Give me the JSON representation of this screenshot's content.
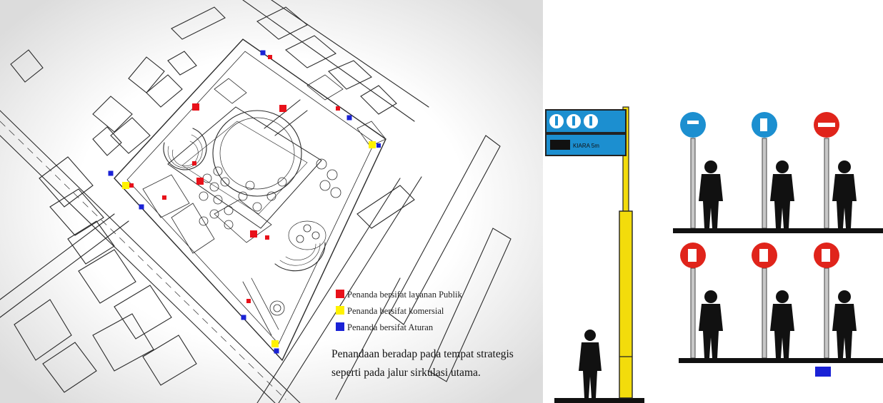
{
  "colors": {
    "publik": "#e8111a",
    "komersial": "#fff200",
    "aturan": "#1a22d6",
    "sign_blue": "#1c8fd0",
    "sign_red": "#e0241b",
    "pole_yellow": "#f3dc0c",
    "silhouette": "#111111"
  },
  "legend": {
    "items": [
      {
        "key": "publik",
        "label": "Penanda bersifat layanan Publik"
      },
      {
        "key": "komersial",
        "label": "Penanda bersifat komersial"
      },
      {
        "key": "aturan",
        "label": "Penanda bersifat Aturan"
      }
    ]
  },
  "note": {
    "line1": "Penandaan beradap pada tempat strategis",
    "line2": "seperti pada jalur sirkulasi utama."
  },
  "signage": {
    "board_text": "KIARA 5m",
    "regulatory_icons": [
      "turn-left-icon",
      "parking-icon",
      "no-entry-icon",
      "no-u-turn-icon",
      "no-left-turn-icon",
      "no-right-turn-icon"
    ]
  }
}
